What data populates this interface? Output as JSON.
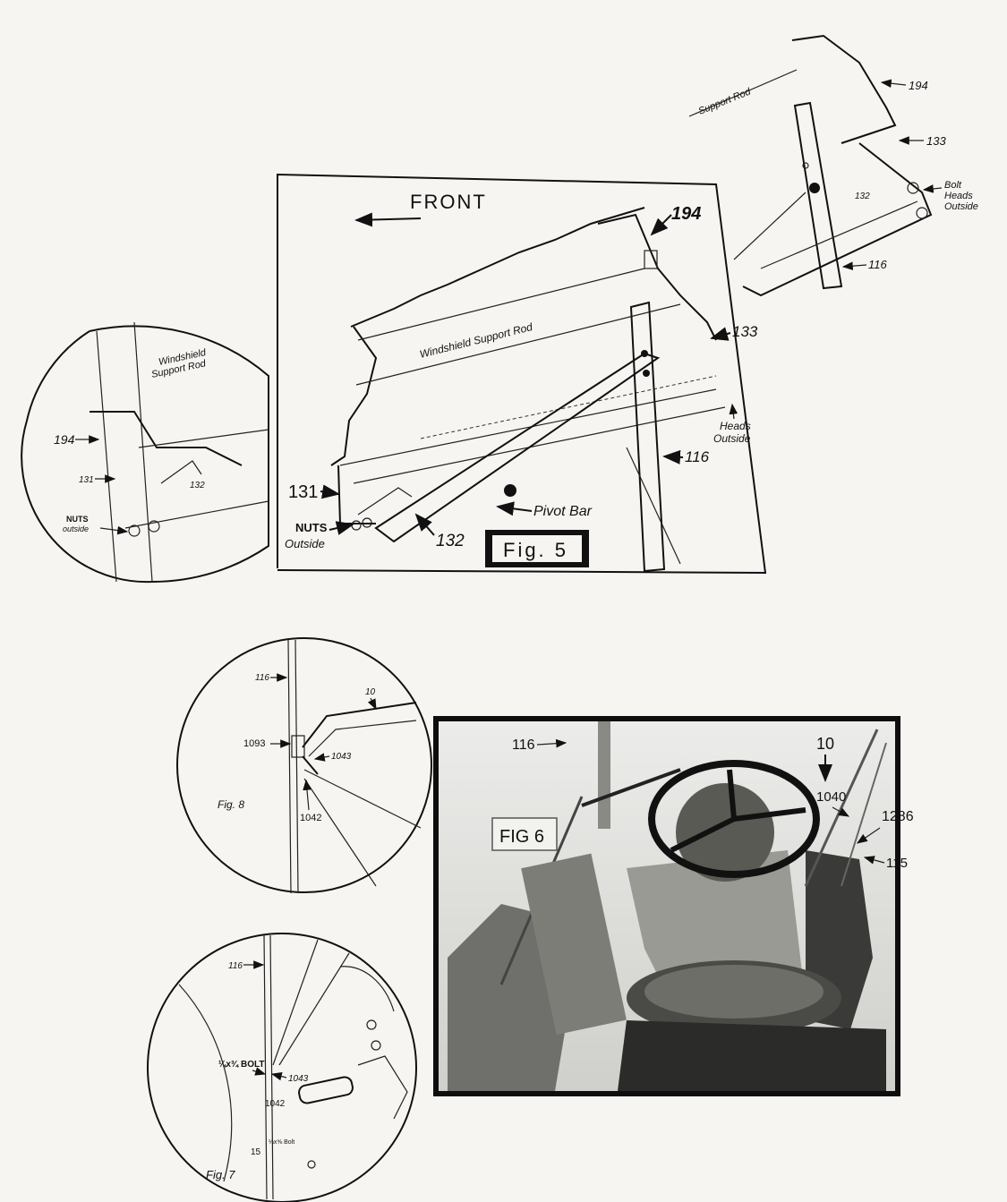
{
  "fig5": {
    "direction": "FRONT",
    "caption": "Fig. 5",
    "labels": {
      "l194": "194",
      "l133": "133",
      "l116": "116",
      "l131": "131",
      "l132": "132",
      "pivot": "Pivot Bar",
      "rod": "Windshield Support Rod",
      "heads": "Heads",
      "outside": "Outside",
      "nuts": "NUTS",
      "nuts_outside": "Outside"
    }
  },
  "inset_top_right": {
    "support_rod": "Support Rod",
    "l194": "194",
    "l133": "133",
    "l132": "132",
    "l116": "116",
    "bolt": "Bolt",
    "heads": "Heads",
    "outside": "Outside"
  },
  "inset_left": {
    "windshield": "Windshield",
    "support_rod": "Support Rod",
    "l194": "194",
    "l131": "131",
    "l132": "132",
    "nuts": "NUTS",
    "outside": "outside"
  },
  "fig8": {
    "caption": "Fig. 8",
    "l116": "116",
    "l10": "10",
    "l1093": "1093",
    "l1043": "1043",
    "l1042": "1042"
  },
  "fig7": {
    "caption": "Fig. 7",
    "l116": "116",
    "bolt": "¼x¾ BOLT",
    "l1043": "1043",
    "l1042": "1042",
    "l15": "15",
    "small_bolt": "¼x⅝ Bolt"
  },
  "fig6": {
    "caption": "FIG 6",
    "l116": "116",
    "l10": "10",
    "l1040": "1040",
    "l1286": "1286",
    "l115": "115"
  }
}
